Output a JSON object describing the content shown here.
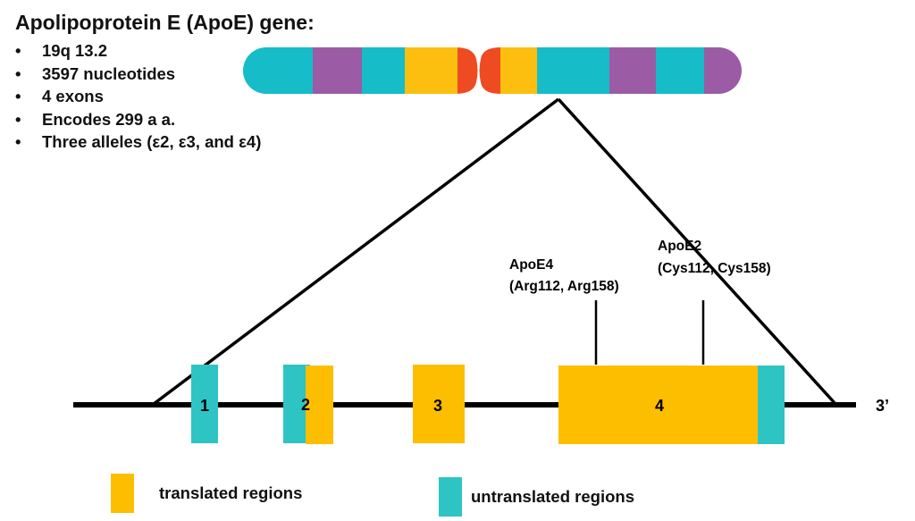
{
  "title": "Apolipoprotein E (ApoE) gene:",
  "facts": [
    "19q 13.2",
    "3597 nucleotides",
    "4 exons",
    "Encodes 299 a a.",
    "Three alleles (ε2, ε3, and ε4)"
  ],
  "bullet_glyph": "•",
  "colors": {
    "teal": "#16BCC8",
    "purple": "#9B5BA5",
    "yellow": "#FDBF0F",
    "red": "#EE4B22",
    "exon_teal": "#2EC4C4",
    "exon_yellow": "#FDBE00",
    "line": "#000000"
  },
  "chromosome": {
    "p_arm_bands": [
      "teal",
      "purple",
      "teal",
      "yellow",
      "red"
    ],
    "q_arm_bands": [
      "red",
      "yellow",
      "teal",
      "purple",
      "teal",
      "purple"
    ]
  },
  "exons": [
    {
      "label": "1",
      "regions": [
        "untranslated"
      ]
    },
    {
      "label": "2",
      "regions": [
        "untranslated",
        "translated"
      ]
    },
    {
      "label": "3",
      "regions": [
        "translated"
      ]
    },
    {
      "label": "4",
      "regions": [
        "translated",
        "untranslated"
      ]
    }
  ],
  "end_label": "3’",
  "variants": [
    {
      "name": "ApoE4",
      "detail": "(Arg112, Arg158)"
    },
    {
      "name": "ApoE2",
      "detail": "(Cys112, Cys158)"
    }
  ],
  "legend": [
    {
      "label": "translated regions",
      "color_key": "yellow"
    },
    {
      "label": "untranslated regions",
      "color_key": "teal"
    }
  ]
}
